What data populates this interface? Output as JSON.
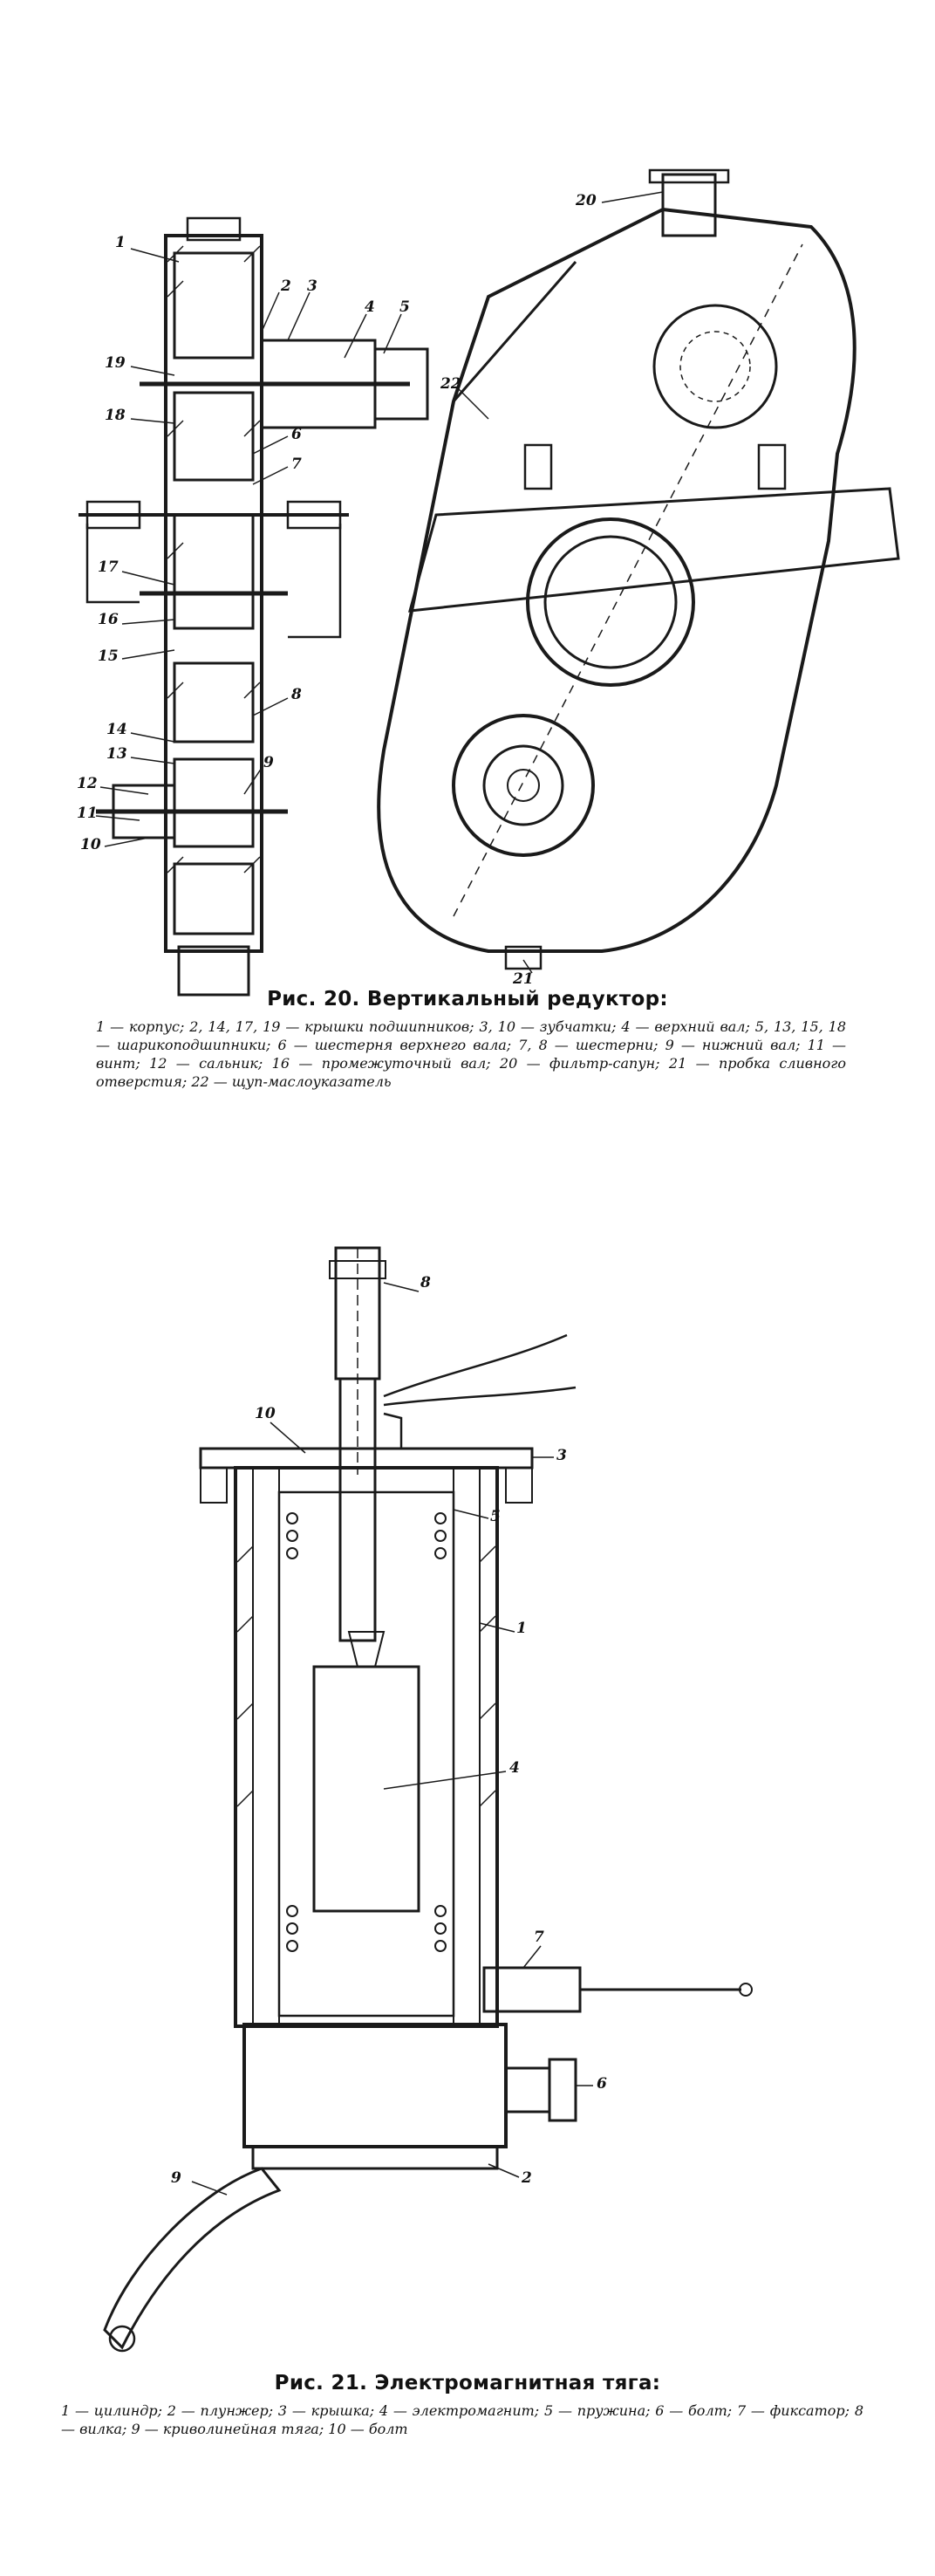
{
  "fig20": {
    "title": "Рис. 20. Вертикальный редуктор:",
    "legend": "1 — корпус; 2, 14, 17, 19 — крышки подшипников; 3, 10 — зубчатки; 4 — верхний вал; 5, 13, 15, 18 — шарикоподшипники; 6 — шестерня верхнего вала; 7, 8 — шестерни; 9 — нижний вал; 11 — винт; 12 — сальник; 16 — промежуточный вал; 20 — фильтр-сапун; 21 — пробка сливного отверстия; 22 — щуп-маслоуказатель",
    "labels": [
      "1",
      "2",
      "3",
      "4",
      "5",
      "19",
      "18",
      "6",
      "7",
      "17",
      "16",
      "15",
      "8",
      "14",
      "13",
      "12",
      "9",
      "11",
      "10",
      "20",
      "22",
      "21"
    ]
  },
  "fig21": {
    "title": "Рис. 21. Электромагнитная тяга:",
    "legend": "1 — цилиндр; 2 — плунжер; 3 — крышка; 4 — электромагнит; 5 — пружина; 6 — болт; 7 — фиксатор; 8 — вилка; 9 — криволинейная тяга; 10 — болт",
    "labels": [
      "8",
      "10",
      "3",
      "5",
      "1",
      "4",
      "7",
      "6",
      "2",
      "9"
    ]
  }
}
